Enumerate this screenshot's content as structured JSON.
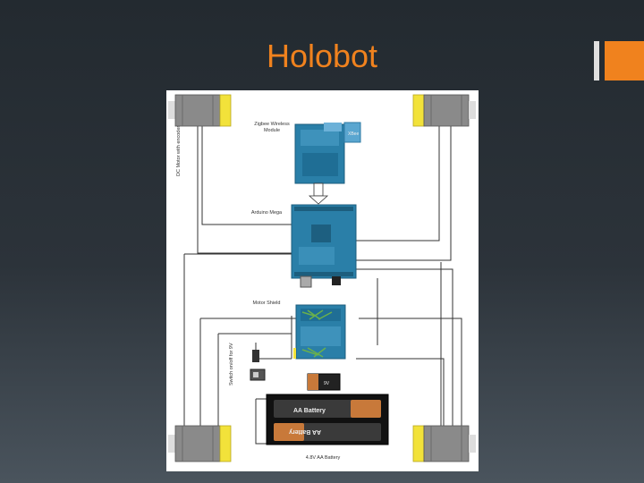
{
  "slide": {
    "title": "Holobot",
    "accent_color": "#f0821e",
    "background_color": "#262d33"
  },
  "diagram": {
    "labels": {
      "xbee": "Zigbee Wireless Module",
      "xbee_chip": "XBee",
      "arduino": "Arduino Mega",
      "motor_shield": "Motor Shield",
      "dc_motor": "DC Motor with encoder",
      "switch": "Switch on/off for 9V",
      "battery_9v": "9V",
      "battery_aa_1": "AA Battery",
      "battery_aa_2": "AA Battery",
      "battery_pack": "4.8V AA Battery"
    },
    "components": [
      "dc-motor-top-left",
      "dc-motor-top-right",
      "dc-motor-bottom-left",
      "dc-motor-bottom-right",
      "zigbee-module",
      "arduino-mega",
      "motor-shield",
      "switch",
      "battery-9v",
      "aa-battery-pack"
    ],
    "colors": {
      "board": "#2a7fa8",
      "motor_body": "#8a8a8a",
      "motor_cap": "#f2e23a",
      "battery_copper": "#c8793a",
      "wire": "#333333"
    }
  }
}
